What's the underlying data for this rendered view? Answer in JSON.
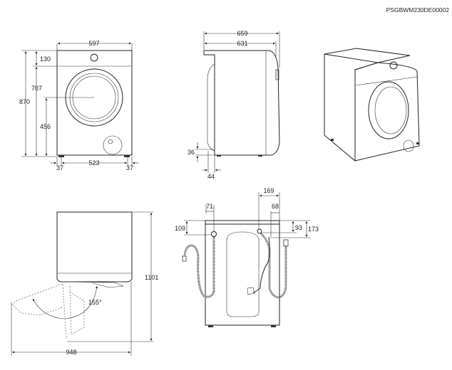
{
  "reference": "PSGBWM230DE00002",
  "front_view": {
    "width": "597",
    "panel_height": "130",
    "door_top": "707",
    "total_height": "870",
    "door_center": "456",
    "foot_left": "37",
    "foot_span": "523",
    "foot_right": "37"
  },
  "side_view": {
    "depth_total": "659",
    "depth_body": "631",
    "foot_height": "36",
    "foot_offset": "44"
  },
  "top_view": {
    "depth_door_open": "1101",
    "width_door_open": "948",
    "door_angle": "155°"
  },
  "back_view": {
    "inlet_offset": "71",
    "drain_offset": "169",
    "cable_offset": "68",
    "inlet_height": "109",
    "drain_height": "93",
    "cable_height": "173"
  }
}
